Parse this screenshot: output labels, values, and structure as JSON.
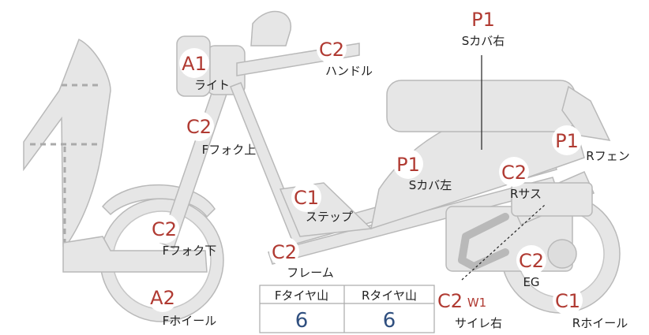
{
  "colors": {
    "badge": "#b03a32",
    "part_fill": "#e6e6e6",
    "part_stroke": "#b9b9b9",
    "table_value": "#2f4f7f"
  },
  "parts": {
    "scover_right": {
      "grade": "P1",
      "label": "Sカバ右"
    },
    "light": {
      "grade": "A1",
      "label": "ライト"
    },
    "handle": {
      "grade": "C2",
      "label": "ハンドル"
    },
    "ffork_upper": {
      "grade": "C2",
      "label": "Fフォク上"
    },
    "rfender": {
      "grade": "P1",
      "label": "Rフェン"
    },
    "scover_left": {
      "grade": "P1",
      "label": "Sカバ左"
    },
    "rsus": {
      "grade": "C2",
      "label": "Rサス"
    },
    "step": {
      "grade": "C1",
      "label": "ステップ"
    },
    "ffork_lower": {
      "grade": "C2",
      "label": "Fフォク下"
    },
    "frame": {
      "grade": "C2",
      "label": "フレーム"
    },
    "eg": {
      "grade": "C2",
      "label": "EG"
    },
    "fwheel": {
      "grade": "A2",
      "label": "Fホイール"
    },
    "silencer_right": {
      "grade": "C2",
      "sub": "W1",
      "label": "サイレ右"
    },
    "rwheel": {
      "grade": "C1",
      "label": "Rホイール"
    }
  },
  "tire_table": {
    "front_header": "Fタイヤ山",
    "rear_header": "Rタイヤ山",
    "front_value": "6",
    "rear_value": "6"
  }
}
